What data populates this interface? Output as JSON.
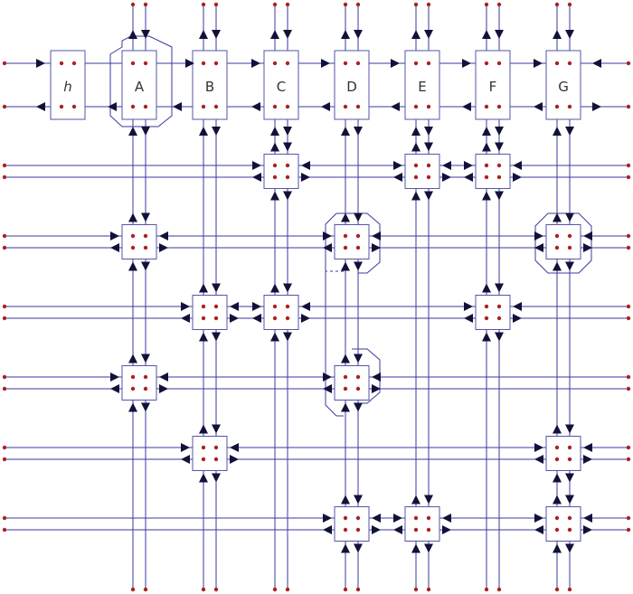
{
  "diagram": {
    "labels": [
      "h",
      "A",
      "B",
      "C",
      "D",
      "E",
      "F",
      "G"
    ],
    "colors": {
      "wire": "#3a3aa0",
      "port": "#aa2222",
      "arrow": "#11113a",
      "box_stroke": "#5555aa"
    }
  }
}
